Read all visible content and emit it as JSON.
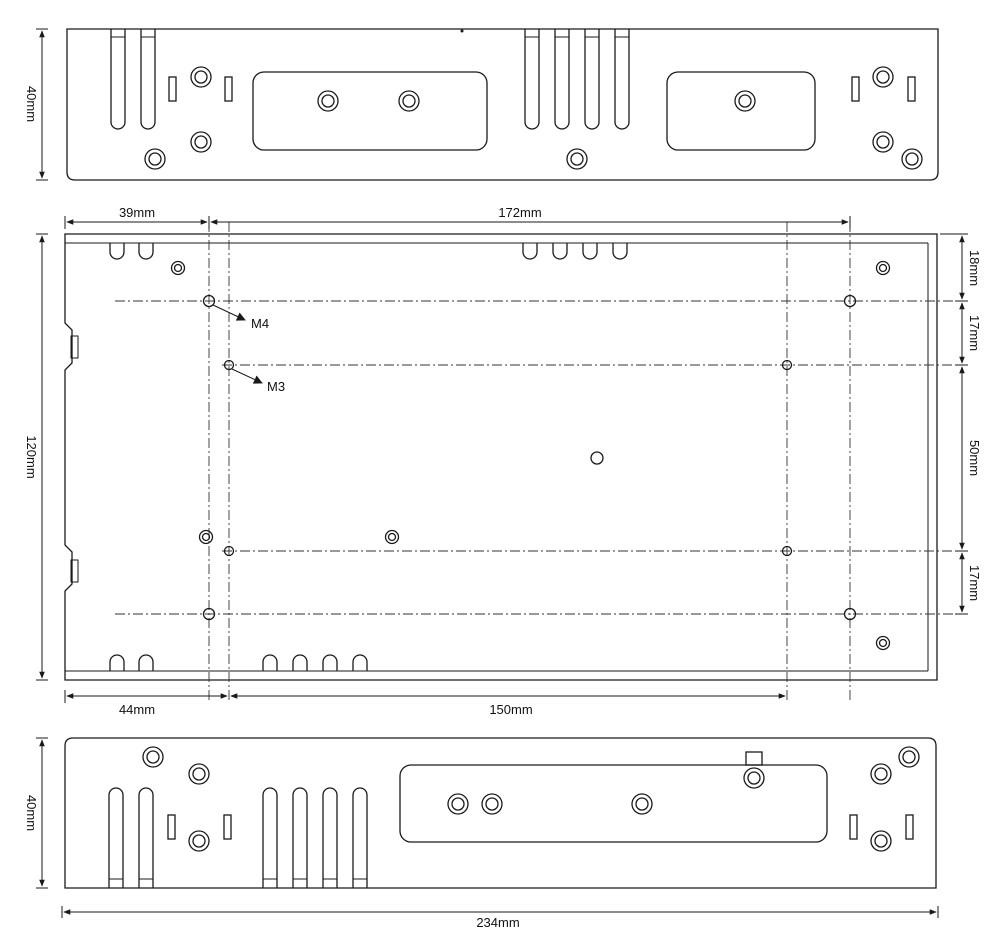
{
  "dimensions": {
    "top_height": "40mm",
    "bottom_height": "40mm",
    "plan_height": "120mm",
    "left_offset_m4": "39mm",
    "span_m4": "172mm",
    "left_offset_m3": "44mm",
    "span_m3": "150mm",
    "overall_length": "234mm",
    "right_18": "18mm",
    "right_17a": "17mm",
    "right_50": "50mm",
    "right_17b": "17mm"
  },
  "callouts": {
    "m4": "M4",
    "m3": "M3"
  },
  "colors": {
    "line": "#1a1a1a",
    "background": "#ffffff"
  }
}
